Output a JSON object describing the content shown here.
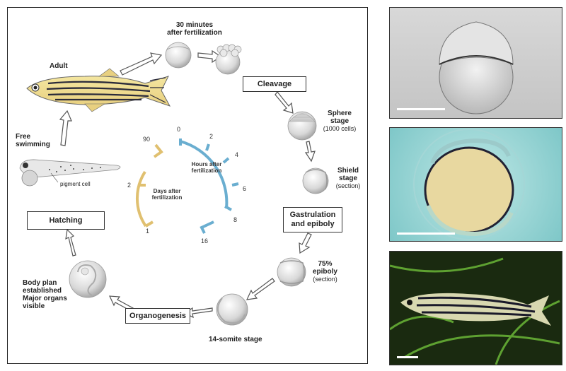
{
  "diagram": {
    "stages": {
      "t30": "30 minutes",
      "t30b": "after fertilization",
      "adult": "Adult",
      "sphere1": "Sphere",
      "sphere2": "stage",
      "sphere3": "(1000 cells)",
      "shield1": "Shield",
      "shield2": "stage",
      "shield3": "(section)",
      "epi1": "75%",
      "epi2": "epiboly",
      "epi3": "(section)",
      "somite": "14-somite stage",
      "body1": "Body plan",
      "body2": "established",
      "body3": "Major organs",
      "body4": "visible",
      "free1": "Free",
      "free2": "swimming",
      "pigment": "pigment cell"
    },
    "boxes": {
      "cleavage": "Cleavage",
      "gastrulation1": "Gastrulation",
      "gastrulation2": "and epiboly",
      "organogenesis": "Organogenesis",
      "hatching": "Hatching"
    },
    "clock": {
      "hours_title1": "Hours after",
      "hours_title2": "fertilization",
      "days_title1": "Days after",
      "days_title2": "fertilization",
      "hour_ticks": [
        "0",
        "2",
        "4",
        "6",
        "8",
        "16"
      ],
      "day_ticks": [
        "90",
        "2",
        "1"
      ],
      "hours_color": "#6aaed0",
      "days_color": "#e0c070"
    }
  },
  "photos": [
    {
      "description_color": "#cfcfcf"
    },
    {
      "description_color": "#7fc8c8"
    },
    {
      "description_color": "#1a2a10"
    }
  ]
}
